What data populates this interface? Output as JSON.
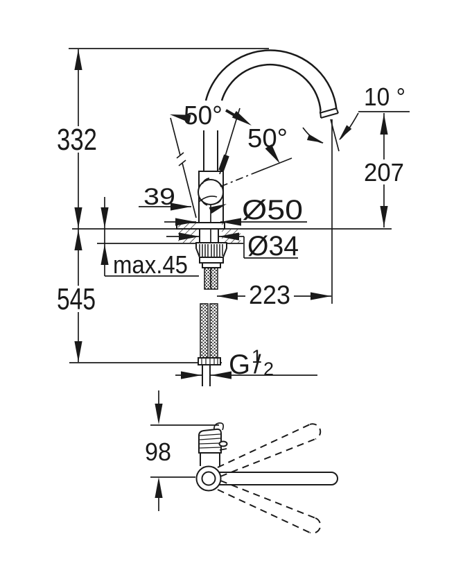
{
  "title": "Faucet technical dimension drawing",
  "colors": {
    "line": "#1a1a1a",
    "background": "#ffffff"
  },
  "front_view": {
    "height_total": "332",
    "height_below_deck": "545",
    "lever_angle_left": "50°",
    "lever_angle_right": "50°",
    "spout_tilt_angle": "10 °",
    "spout_height": "207",
    "body_width": "39",
    "base_diameter": "Ø50",
    "hole_diameter": "Ø34",
    "max_deck_thickness": "max.45",
    "spout_projection": "223",
    "thread": {
      "g": "G",
      "sup": "1",
      "slash": "/",
      "sub": "2"
    }
  },
  "top_view": {
    "depth": "98"
  }
}
